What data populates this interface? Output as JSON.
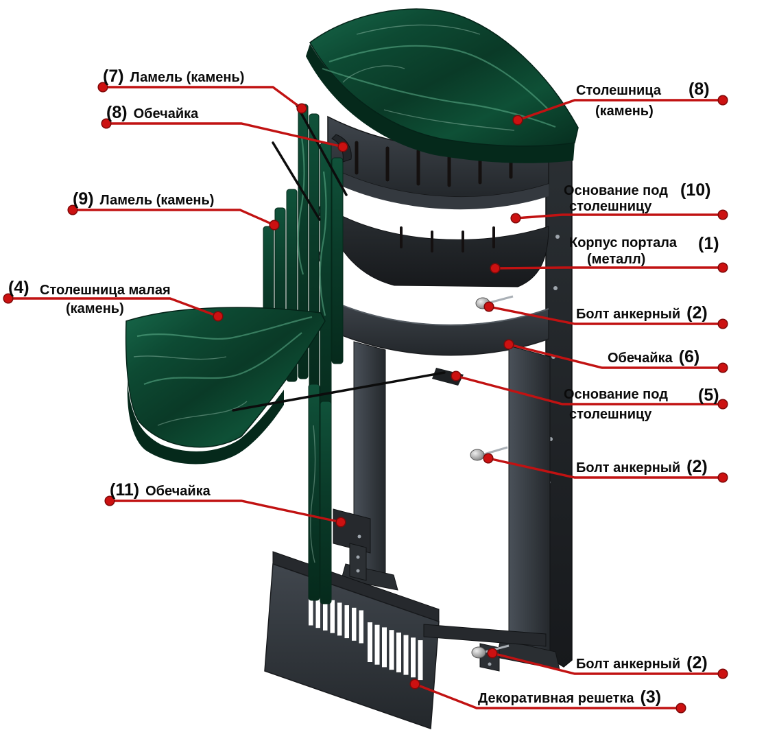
{
  "colors": {
    "leader_red": "#c11212",
    "marble_dark": "#0a3a27",
    "marble_light": "#17684a",
    "metal_dark": "#23272b",
    "metal_light": "#40464d",
    "background": "#ffffff"
  },
  "labels": [
    {
      "number": "(7)",
      "text": "Ламель (камень)"
    },
    {
      "number": "(8)",
      "text": "Обечайка"
    },
    {
      "number": "(9)",
      "text": "Ламель (камень)"
    },
    {
      "number": "(4)",
      "text": "Столешница малая",
      "text2": "(камень)"
    },
    {
      "number": "(11)",
      "text": "Обечайка"
    },
    {
      "number": "(8)",
      "text": "Столешница",
      "text2": "(камень)"
    },
    {
      "number": "(10)",
      "text": "Основание под",
      "text2": "столешницу"
    },
    {
      "number": "(1)",
      "text": "Корпус портала",
      "text2": "(металл)"
    },
    {
      "number": "(2)",
      "text": "Болт анкерный"
    },
    {
      "number": "(6)",
      "text": "Обечайка"
    },
    {
      "number": "(5)",
      "text": "Основание под",
      "text2": "столешницу"
    },
    {
      "number": "(2)",
      "text": "Болт анкерный"
    },
    {
      "number": "(2)",
      "text": "Болт анкерный"
    },
    {
      "number": "(3)",
      "text": "Декоративная решетка"
    }
  ]
}
